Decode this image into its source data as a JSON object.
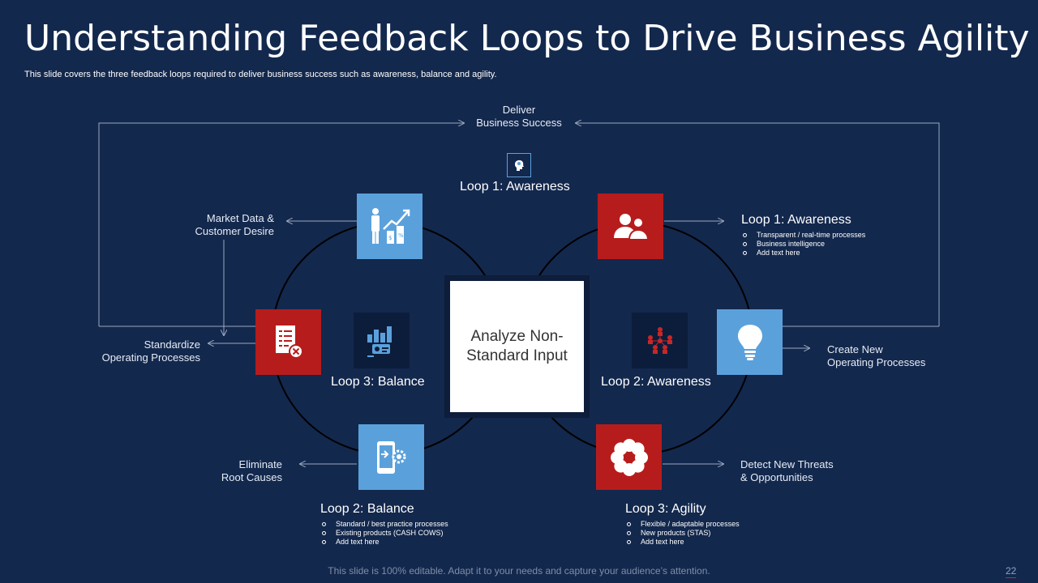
{
  "slide": {
    "title": "Understanding Feedback Loops to Drive Business Agility",
    "subtitle": "This slide covers the three feedback loops required to deliver business success such as awareness, balance and agility.",
    "footer": "This slide is 100% editable. Adapt it to your needs and capture your audience’s attention.",
    "page_number": "22"
  },
  "diagram": {
    "top_label": [
      "Deliver",
      "Business Success"
    ],
    "center_text": [
      "Analyze Non-",
      "Standard Input"
    ],
    "loop_top_title": "Loop 1: Awareness",
    "labels": {
      "market_data": [
        "Market Data &",
        "Customer Desire"
      ],
      "standardize": [
        "Standardize",
        "Operating Processes"
      ],
      "eliminate": [
        "Eliminate",
        "Root Causes"
      ],
      "create_new": [
        "Create New",
        "Operating Processes"
      ],
      "detect_threats": [
        "Detect New Threats",
        "& Opportunities"
      ],
      "loop3_balance": "Loop 3: Balance",
      "loop2_awareness": "Loop 2: Awareness"
    },
    "loop1_awareness": {
      "title": "Loop 1: Awareness",
      "bullets": [
        "Transparent  / real-time processes",
        "Business intelligence",
        "Add text here"
      ]
    },
    "loop2_balance": {
      "title": "Loop 2: Balance",
      "bullets": [
        "Standard / best practice processes",
        "Existing products (CASH COWS)",
        "Add text here"
      ]
    },
    "loop3_agility": {
      "title": "Loop 3: Agility",
      "bullets": [
        "Flexible / adaptable processes",
        "New products (STAS)",
        "Add text here"
      ]
    }
  },
  "colors": {
    "background": "#13284d",
    "tile_blue": "#5aa1dc",
    "tile_red": "#b71c1c"
  },
  "icons": {
    "market_data_tile": "businessman-growth-chart-icon",
    "customers_tile": "users-group-icon",
    "standardize_tile": "document-cancel-icon",
    "bulb_tile": "lightbulb-icon",
    "eliminate_tile": "smartphone-gear-icon",
    "agility_tile": "gear-flower-icon",
    "balance_small": "analytics-dashboard-icon",
    "awareness_small": "network-people-icon",
    "top_small": "head-idea-icon"
  }
}
